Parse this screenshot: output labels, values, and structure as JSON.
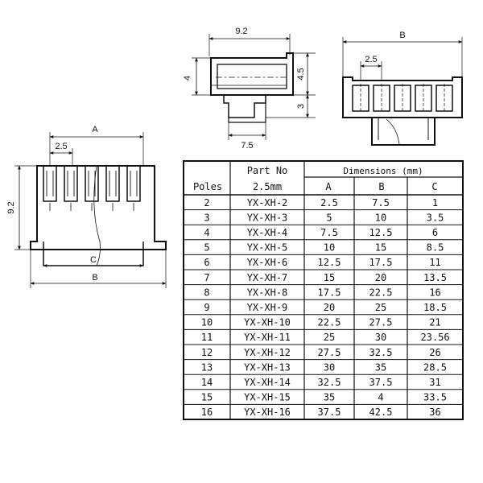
{
  "drawing": {
    "top_view": {
      "width_label": "9.2",
      "height_label": "4",
      "upper_label": "4.5",
      "lower_label": "3",
      "bottom_label": "7.5"
    },
    "side_view": {
      "width_label": "B",
      "pitch_label": "2.5"
    },
    "front_view": {
      "a_label": "A",
      "pitch_label": "2.5",
      "height_label": "9.2",
      "c_label": "C",
      "b_label": "B"
    }
  },
  "table": {
    "header": {
      "poles": "Poles",
      "part_no": "Part No",
      "part_no_sub": "2.5mm",
      "dimensions": "Dimensions (mm)",
      "col_a": "A",
      "col_b": "B",
      "col_c": "C"
    },
    "rows": [
      {
        "poles": "2",
        "part": "YX-XH-2",
        "a": "2.5",
        "b": "7.5",
        "c": "1"
      },
      {
        "poles": "3",
        "part": "YX-XH-3",
        "a": "5",
        "b": "10",
        "c": "3.5"
      },
      {
        "poles": "4",
        "part": "YX-XH-4",
        "a": "7.5",
        "b": "12.5",
        "c": "6"
      },
      {
        "poles": "5",
        "part": "YX-XH-5",
        "a": "10",
        "b": "15",
        "c": "8.5"
      },
      {
        "poles": "6",
        "part": "YX-XH-6",
        "a": "12.5",
        "b": "17.5",
        "c": "11"
      },
      {
        "poles": "7",
        "part": "YX-XH-7",
        "a": "15",
        "b": "20",
        "c": "13.5"
      },
      {
        "poles": "8",
        "part": "YX-XH-8",
        "a": "17.5",
        "b": "22.5",
        "c": "16"
      },
      {
        "poles": "9",
        "part": "YX-XH-9",
        "a": "20",
        "b": "25",
        "c": "18.5"
      },
      {
        "poles": "10",
        "part": "YX-XH-10",
        "a": "22.5",
        "b": "27.5",
        "c": "21"
      },
      {
        "poles": "11",
        "part": "YX-XH-11",
        "a": "25",
        "b": "30",
        "c": "23.56"
      },
      {
        "poles": "12",
        "part": "YX-XH-12",
        "a": "27.5",
        "b": "32.5",
        "c": "26"
      },
      {
        "poles": "13",
        "part": "YX-XH-13",
        "a": "30",
        "b": "35",
        "c": "28.5"
      },
      {
        "poles": "14",
        "part": "YX-XH-14",
        "a": "32.5",
        "b": "37.5",
        "c": "31"
      },
      {
        "poles": "15",
        "part": "YX-XH-15",
        "a": "35",
        "b": "4",
        "c": "33.5"
      },
      {
        "poles": "16",
        "part": "YX-XH-16",
        "a": "37.5",
        "b": "42.5",
        "c": "36"
      }
    ]
  }
}
